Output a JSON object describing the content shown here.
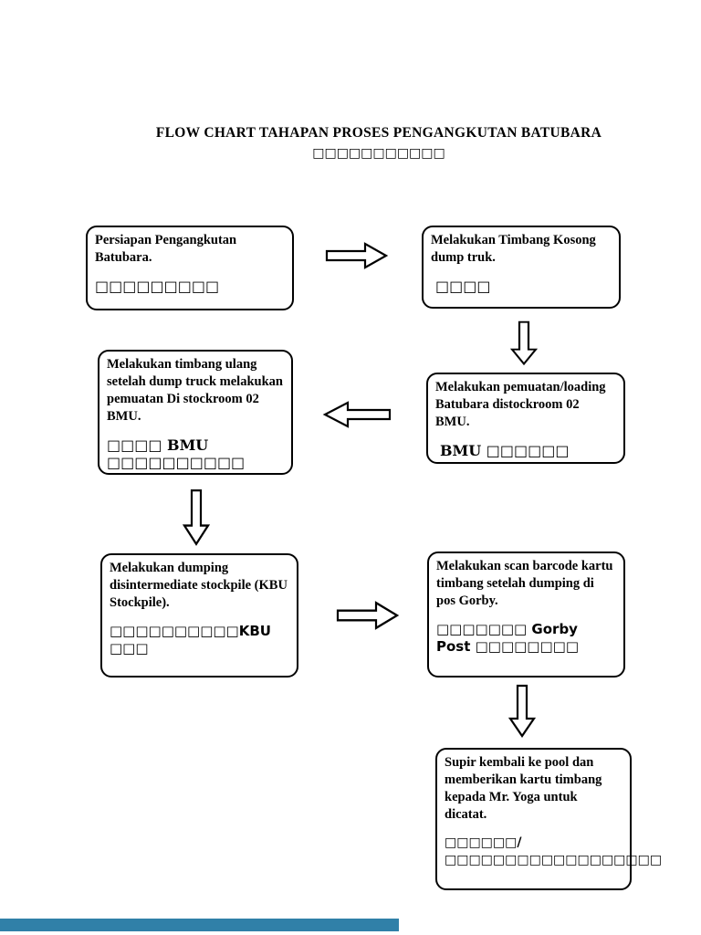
{
  "page": {
    "title": "FLOW CHART TAHAPAN PROSES PENGANGKUTAN BATUBARA",
    "subtitle": "□□□□□□□□□□□"
  },
  "flowchart": {
    "boxes": [
      {
        "text": "Persiapan Pengangkutan Batubara.",
        "translation": "□□□□□□□□□"
      },
      {
        "text": "Melakukan Timbang Kosong dump truk.",
        "translation": "□□□□"
      },
      {
        "text": "Melakukan pemuatan/loading Batubara distockroom 02 BMU.",
        "translation": "BMU □□□□□□"
      },
      {
        "text": "Melakukan timbang ulang setelah dump truck melakukan pemuatan Di stockroom 02 BMU.",
        "translation": "□□□□ BMU □□□□□□□□□□"
      },
      {
        "text": "Melakukan dumping disintermediate stockpile (KBU Stockpile).",
        "translation": "□□□□□□□□□□KBU □□□"
      },
      {
        "text": "Melakukan scan barcode kartu timbang setelah dumping di pos Gorby.",
        "translation": "□□□□□□□ Gorby Post □□□□□□□□"
      },
      {
        "text": "Supir kembali ke pool dan memberikan kartu timbang kepada Mr. Yoga untuk dicatat.",
        "translation": "□□□□□□/□□□□□□□□□□□□□□□□□□"
      }
    ],
    "arrows": [
      "right",
      "down",
      "left",
      "down",
      "right",
      "down"
    ]
  },
  "colors": {
    "accent_bar": "#3080A8",
    "border": "#000000",
    "background": "#FFFFFF"
  }
}
